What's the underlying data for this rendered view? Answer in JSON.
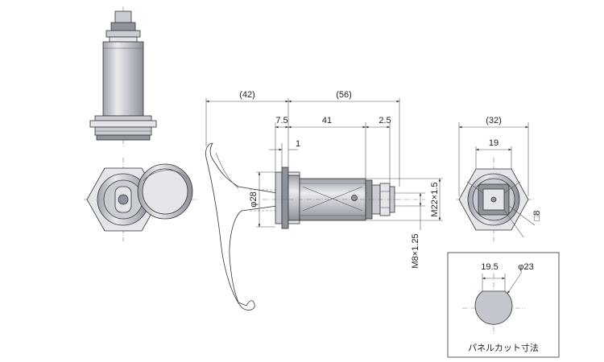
{
  "dimensions": {
    "overall_handle": "(42)",
    "overall_body": "(56)",
    "flange_thickness": "7.5",
    "body_length": "41",
    "nut_length": "2.5",
    "step_1": "1",
    "handle_dia": "φ28",
    "body_thread": "M22×1.5",
    "shaft_thread": "M8×1.25",
    "end_width": "(32)",
    "end_flats": "19",
    "square": "□8"
  },
  "panel_cutout": {
    "width": "19.5",
    "diameter": "φ23",
    "caption": "パネルカット寸法"
  }
}
